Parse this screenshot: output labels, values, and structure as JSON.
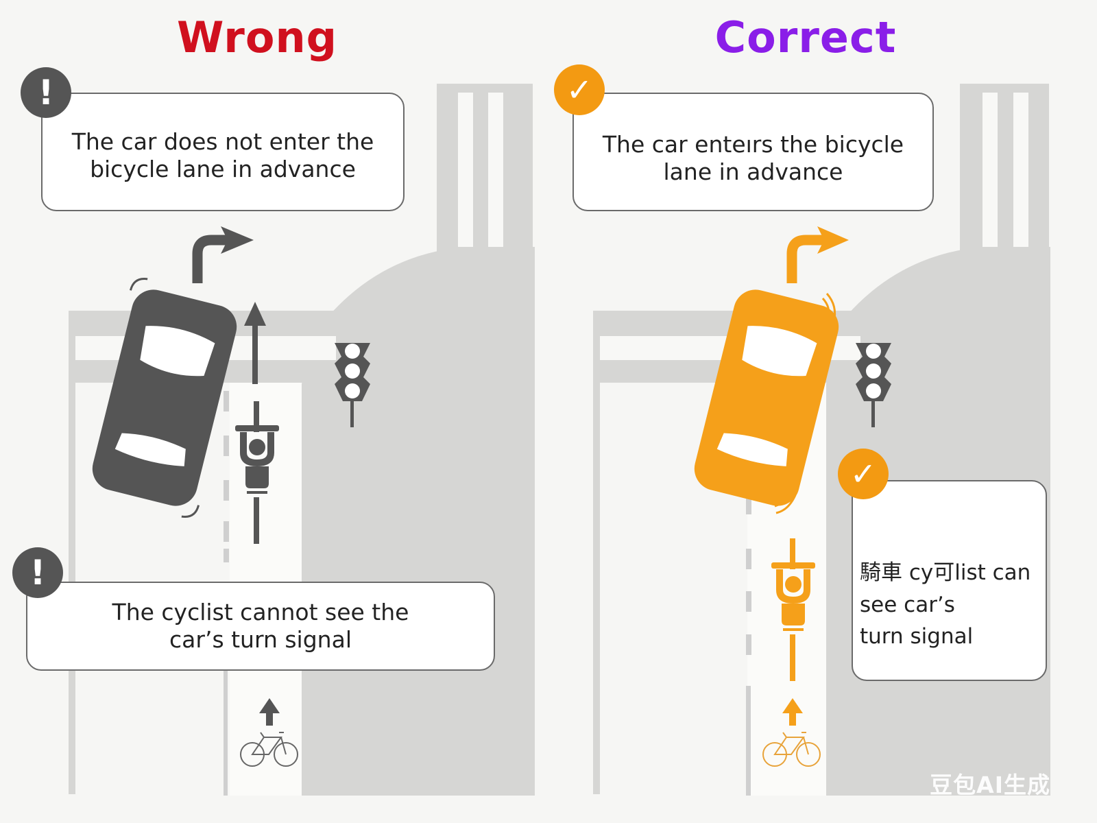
{
  "colors": {
    "wrong_title": "#d0101e",
    "correct_title": "#8a1ee8",
    "warning_badge": "#555555",
    "check_badge": "#f39a12",
    "car_wrong": "#555555",
    "car_correct": "#f5a01a",
    "road_gray": "#d6d6d4",
    "lane_white": "#f8f8f6"
  },
  "left_panel": {
    "title": "Wrong",
    "badge_top_icon": "!",
    "callout_top": {
      "line1": "The car does not enter the",
      "line2": "bicycle lane in advance"
    },
    "badge_bottom_icon": "!",
    "callout_bottom": {
      "line1": "The cyclist cannot see the",
      "line2": "car’s turn signal"
    }
  },
  "right_panel": {
    "title": "Correct",
    "badge_top_icon": "✓",
    "callout_top": {
      "line1": "The car enteırs the bicycle",
      "line2": "lane in advance"
    },
    "badge_side_icon": "✓",
    "callout_side": {
      "line1": "騎車 cy可list can",
      "line2": "see car’s",
      "line3": "turn signal"
    }
  },
  "watermark": "豆包AI生成"
}
